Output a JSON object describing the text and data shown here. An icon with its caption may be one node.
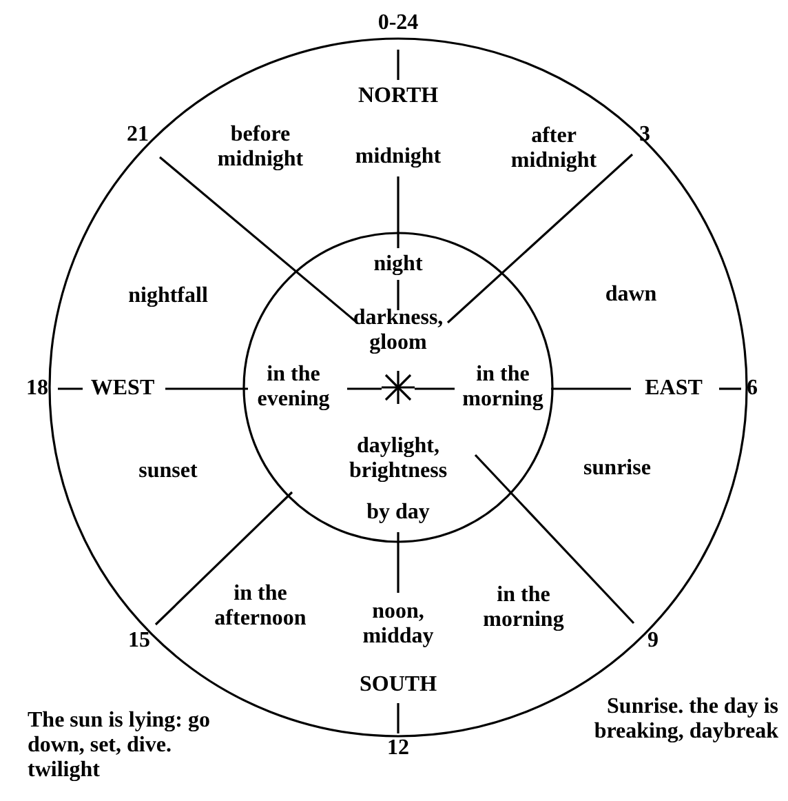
{
  "diagram": {
    "labels": [
      "0-24",
      "NORTH",
      "21",
      "before midnight",
      "midnight",
      "after midnight",
      "3",
      "night",
      "nightfall",
      "dawn",
      "darkness, gloom",
      "18",
      "WEST",
      "in the evening",
      "in the morning",
      "EAST",
      "6",
      "daylight, brightness",
      "sunset",
      "sunrise",
      "by day",
      "in the afternoon",
      "in the morning",
      "noon, midday",
      "15",
      "9",
      "SOUTH",
      "Sunrise. the day is breaking, daybreak",
      "The sun is lying: go down, set, dive. twilight",
      "12"
    ]
  }
}
